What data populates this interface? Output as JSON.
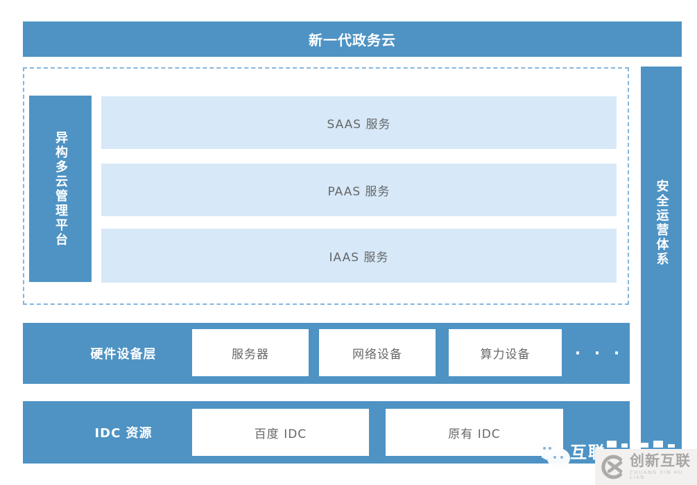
{
  "banner": {
    "label": "新一代政务云"
  },
  "platform": {
    "left_pillar": {
      "label": "异构多云管理平台"
    },
    "layers": [
      {
        "label": "SAAS 服务"
      },
      {
        "label": "PAAS 服务"
      },
      {
        "label": "IAAS 服务"
      }
    ]
  },
  "security": {
    "label": "安全运营体系"
  },
  "hardware": {
    "label": "硬件设备层",
    "items": [
      {
        "label": "服务器"
      },
      {
        "label": "网络设备"
      },
      {
        "label": "算力设备"
      }
    ],
    "ellipsis": "· · ·"
  },
  "idc": {
    "label": "IDC 资源",
    "items": [
      {
        "label": "百度 IDC"
      },
      {
        "label": "原有 IDC"
      }
    ]
  },
  "watermark": {
    "visible_text": "互联"
  },
  "logo": {
    "name": "创新互联",
    "tagline": "CHUANG XIN HU LIAN"
  },
  "colors": {
    "primary_blue": "#4E93C4",
    "light_blue": "#D7E9F8",
    "dashed_border": "#84B5DC",
    "box_text_gray": "#666666",
    "logo_gray": "#A8A7A5"
  }
}
